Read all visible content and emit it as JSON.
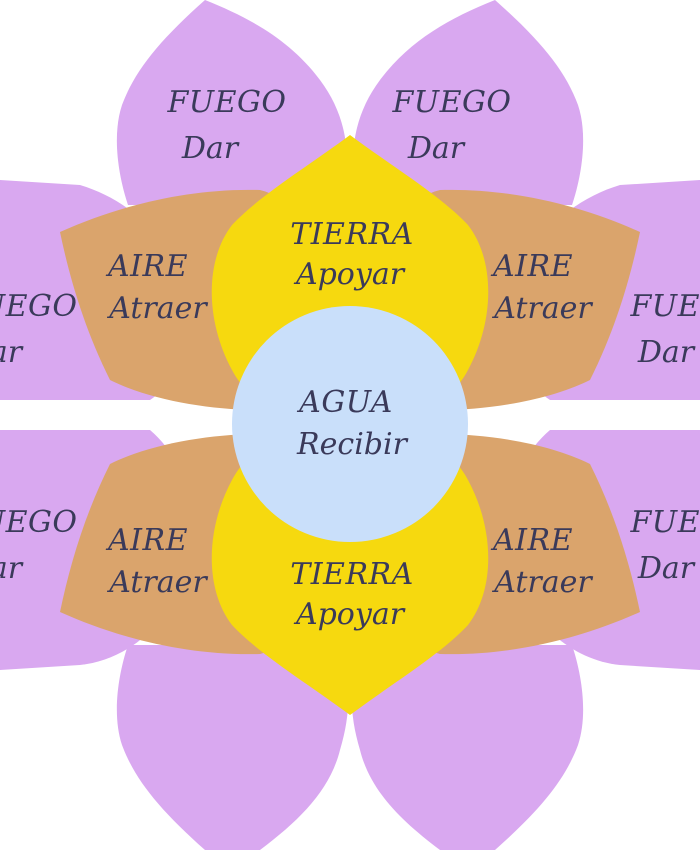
{
  "colors": {
    "background": "#ffffff",
    "fuego_petal": "#d9a8f0",
    "aire_petal": "#daa46c",
    "tierra_petal": "#f6d90f",
    "agua_center": "#c9dffa",
    "text": "#3a3a5a"
  },
  "fuego": {
    "title": "FUEGO",
    "action": "Dar",
    "left_mid_title": "FUEGO",
    "left_mid_action": "Dar",
    "right_mid_title": "FUEGO",
    "right_mid_action": "Dar"
  },
  "aire": {
    "title": "AIRE",
    "action": "Atraer"
  },
  "tierra": {
    "title": "TIERRA",
    "action": "Apoyar"
  },
  "agua": {
    "title": "AGUA",
    "action": "Recibir"
  }
}
